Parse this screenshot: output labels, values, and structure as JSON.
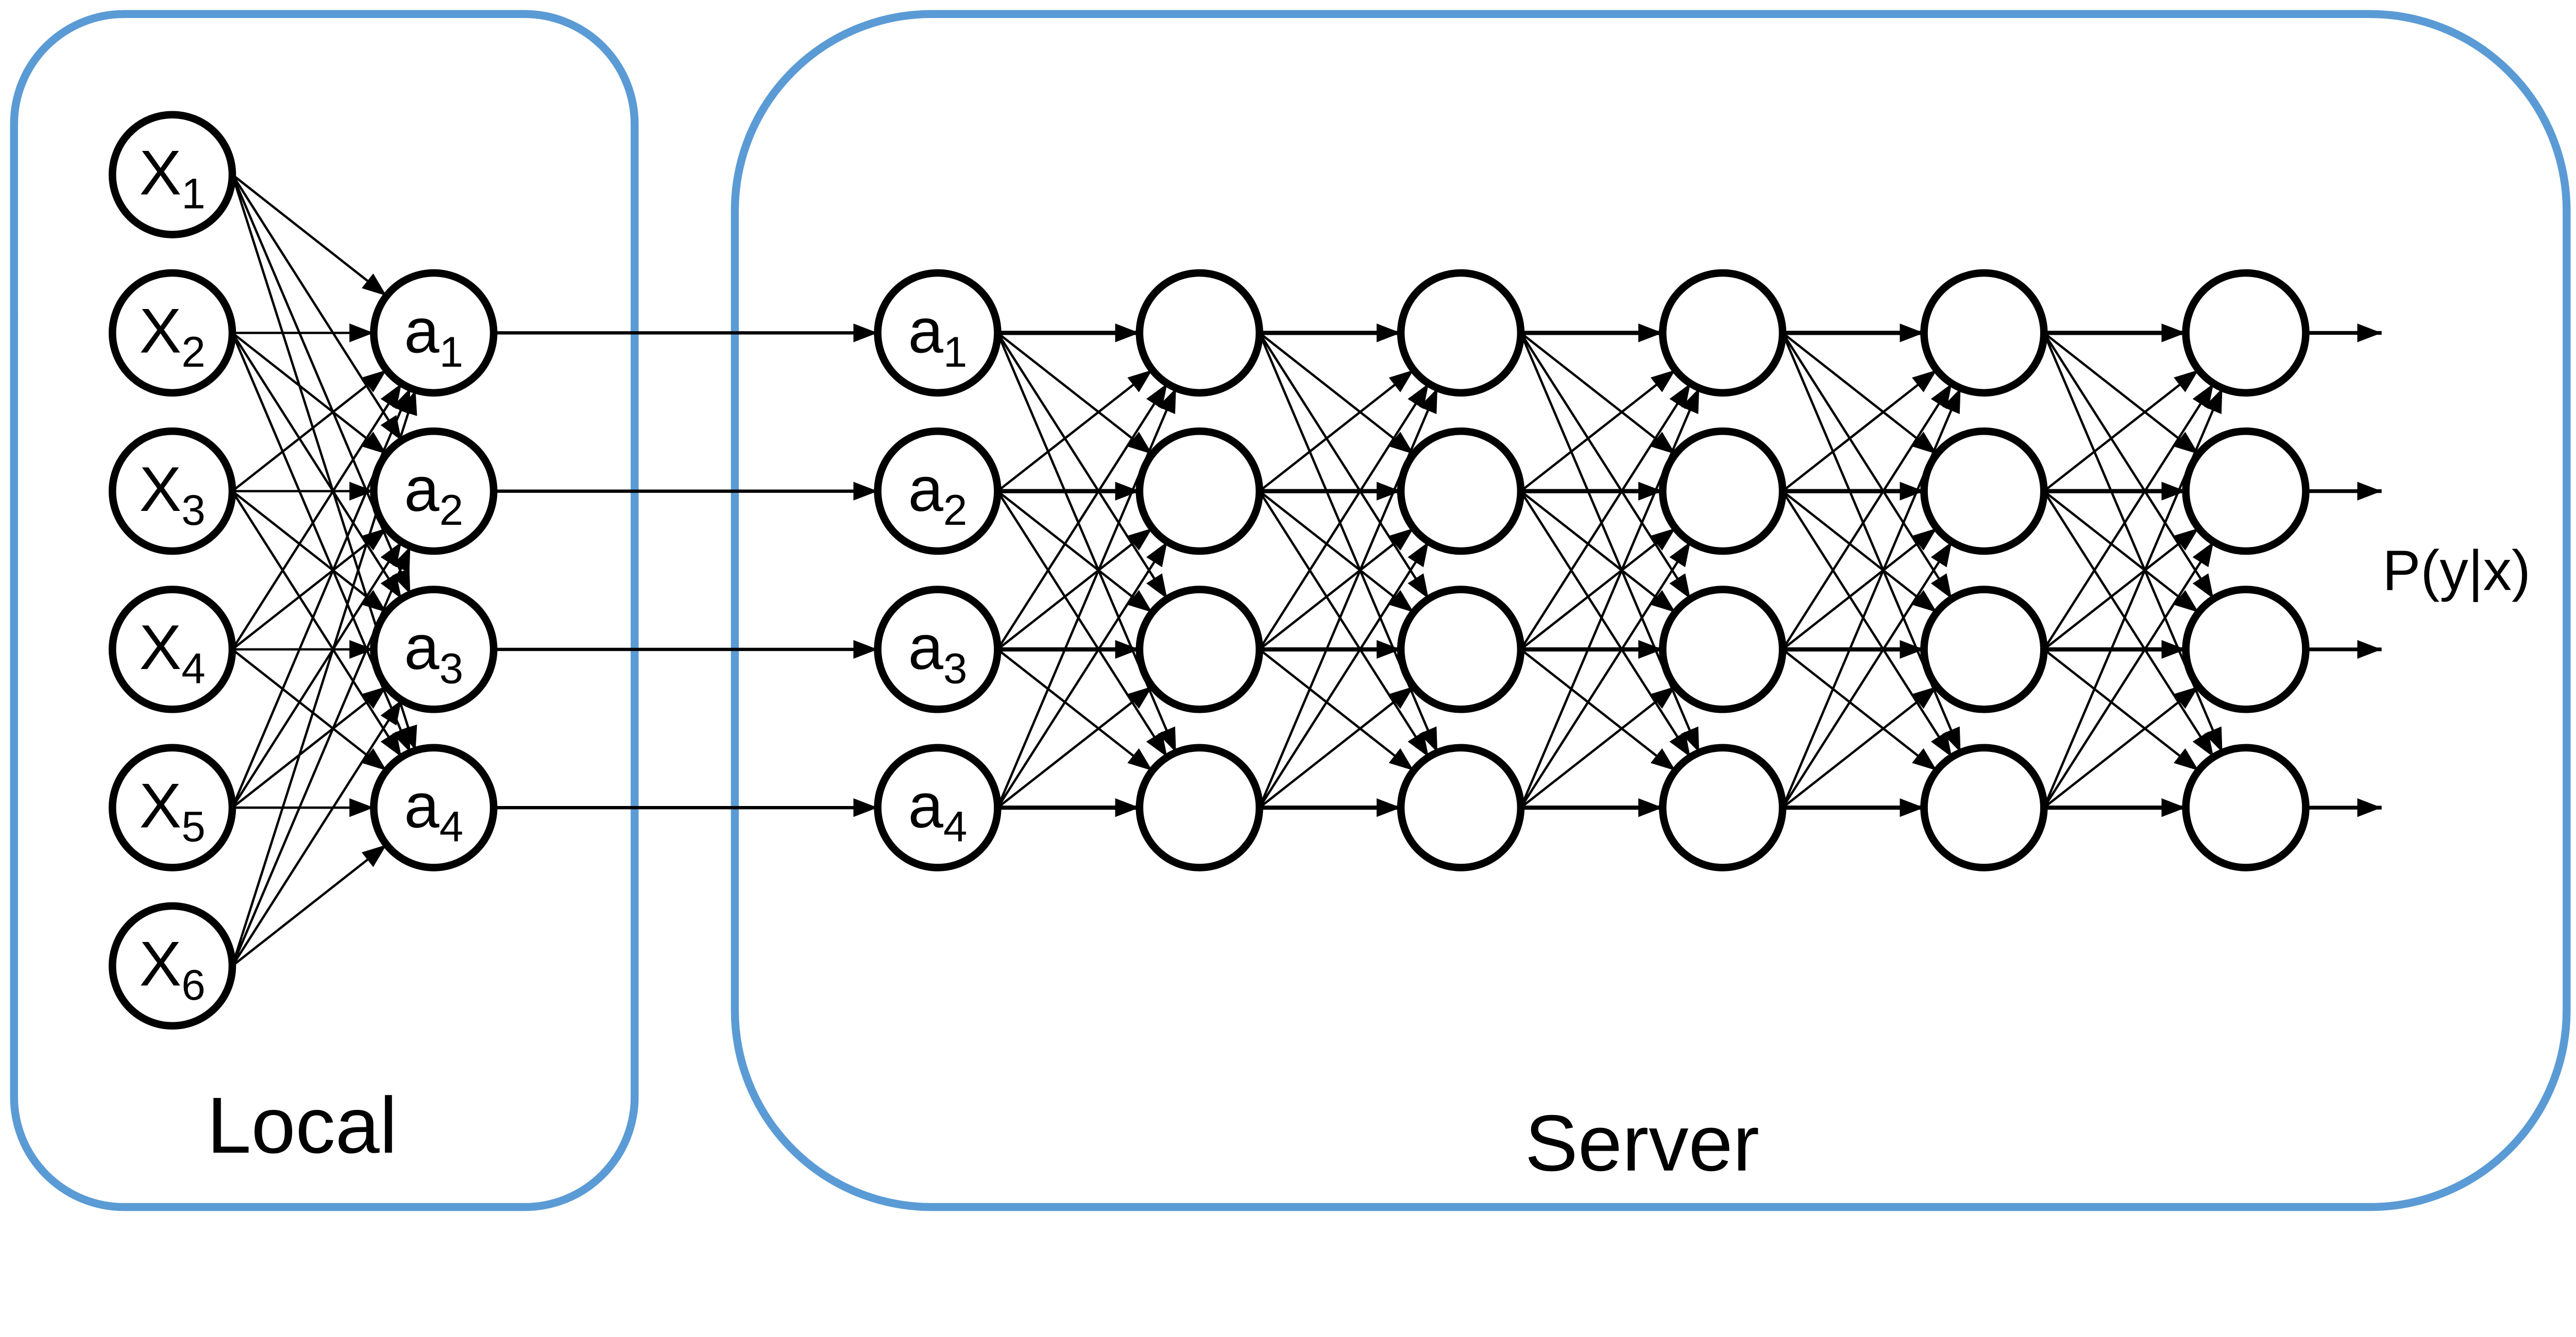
{
  "figure": {
    "description": "Split learning neural network: local feature extractor and server-side classifier",
    "colors": {
      "box_border": "#5B9BD5",
      "edge": "#000000",
      "node_fill": "#FFFFFF",
      "node_stroke": "#000000",
      "text": "#000000",
      "background": "#FFFFFF"
    },
    "local_box": {
      "label": "Local",
      "input_nodes": [
        {
          "base": "X",
          "sub": "1"
        },
        {
          "base": "X",
          "sub": "2"
        },
        {
          "base": "X",
          "sub": "3"
        },
        {
          "base": "X",
          "sub": "4"
        },
        {
          "base": "X",
          "sub": "5"
        },
        {
          "base": "X",
          "sub": "6"
        }
      ],
      "activation_nodes": [
        {
          "base": "a",
          "sub": "1"
        },
        {
          "base": "a",
          "sub": "2"
        },
        {
          "base": "a",
          "sub": "3"
        },
        {
          "base": "a",
          "sub": "4"
        }
      ]
    },
    "server_box": {
      "label": "Server",
      "input_nodes": [
        {
          "base": "a",
          "sub": "1"
        },
        {
          "base": "a",
          "sub": "2"
        },
        {
          "base": "a",
          "sub": "3"
        },
        {
          "base": "a",
          "sub": "4"
        }
      ],
      "unlabeled_hidden_layers": 5,
      "nodes_per_layer": 4
    },
    "output_label": "P(y|x)",
    "connections": {
      "local_inputs_fully_connected": true,
      "activations_forwarded_to_server": true,
      "server_layers_fully_connected": true,
      "output_arrow_count": 4
    }
  }
}
